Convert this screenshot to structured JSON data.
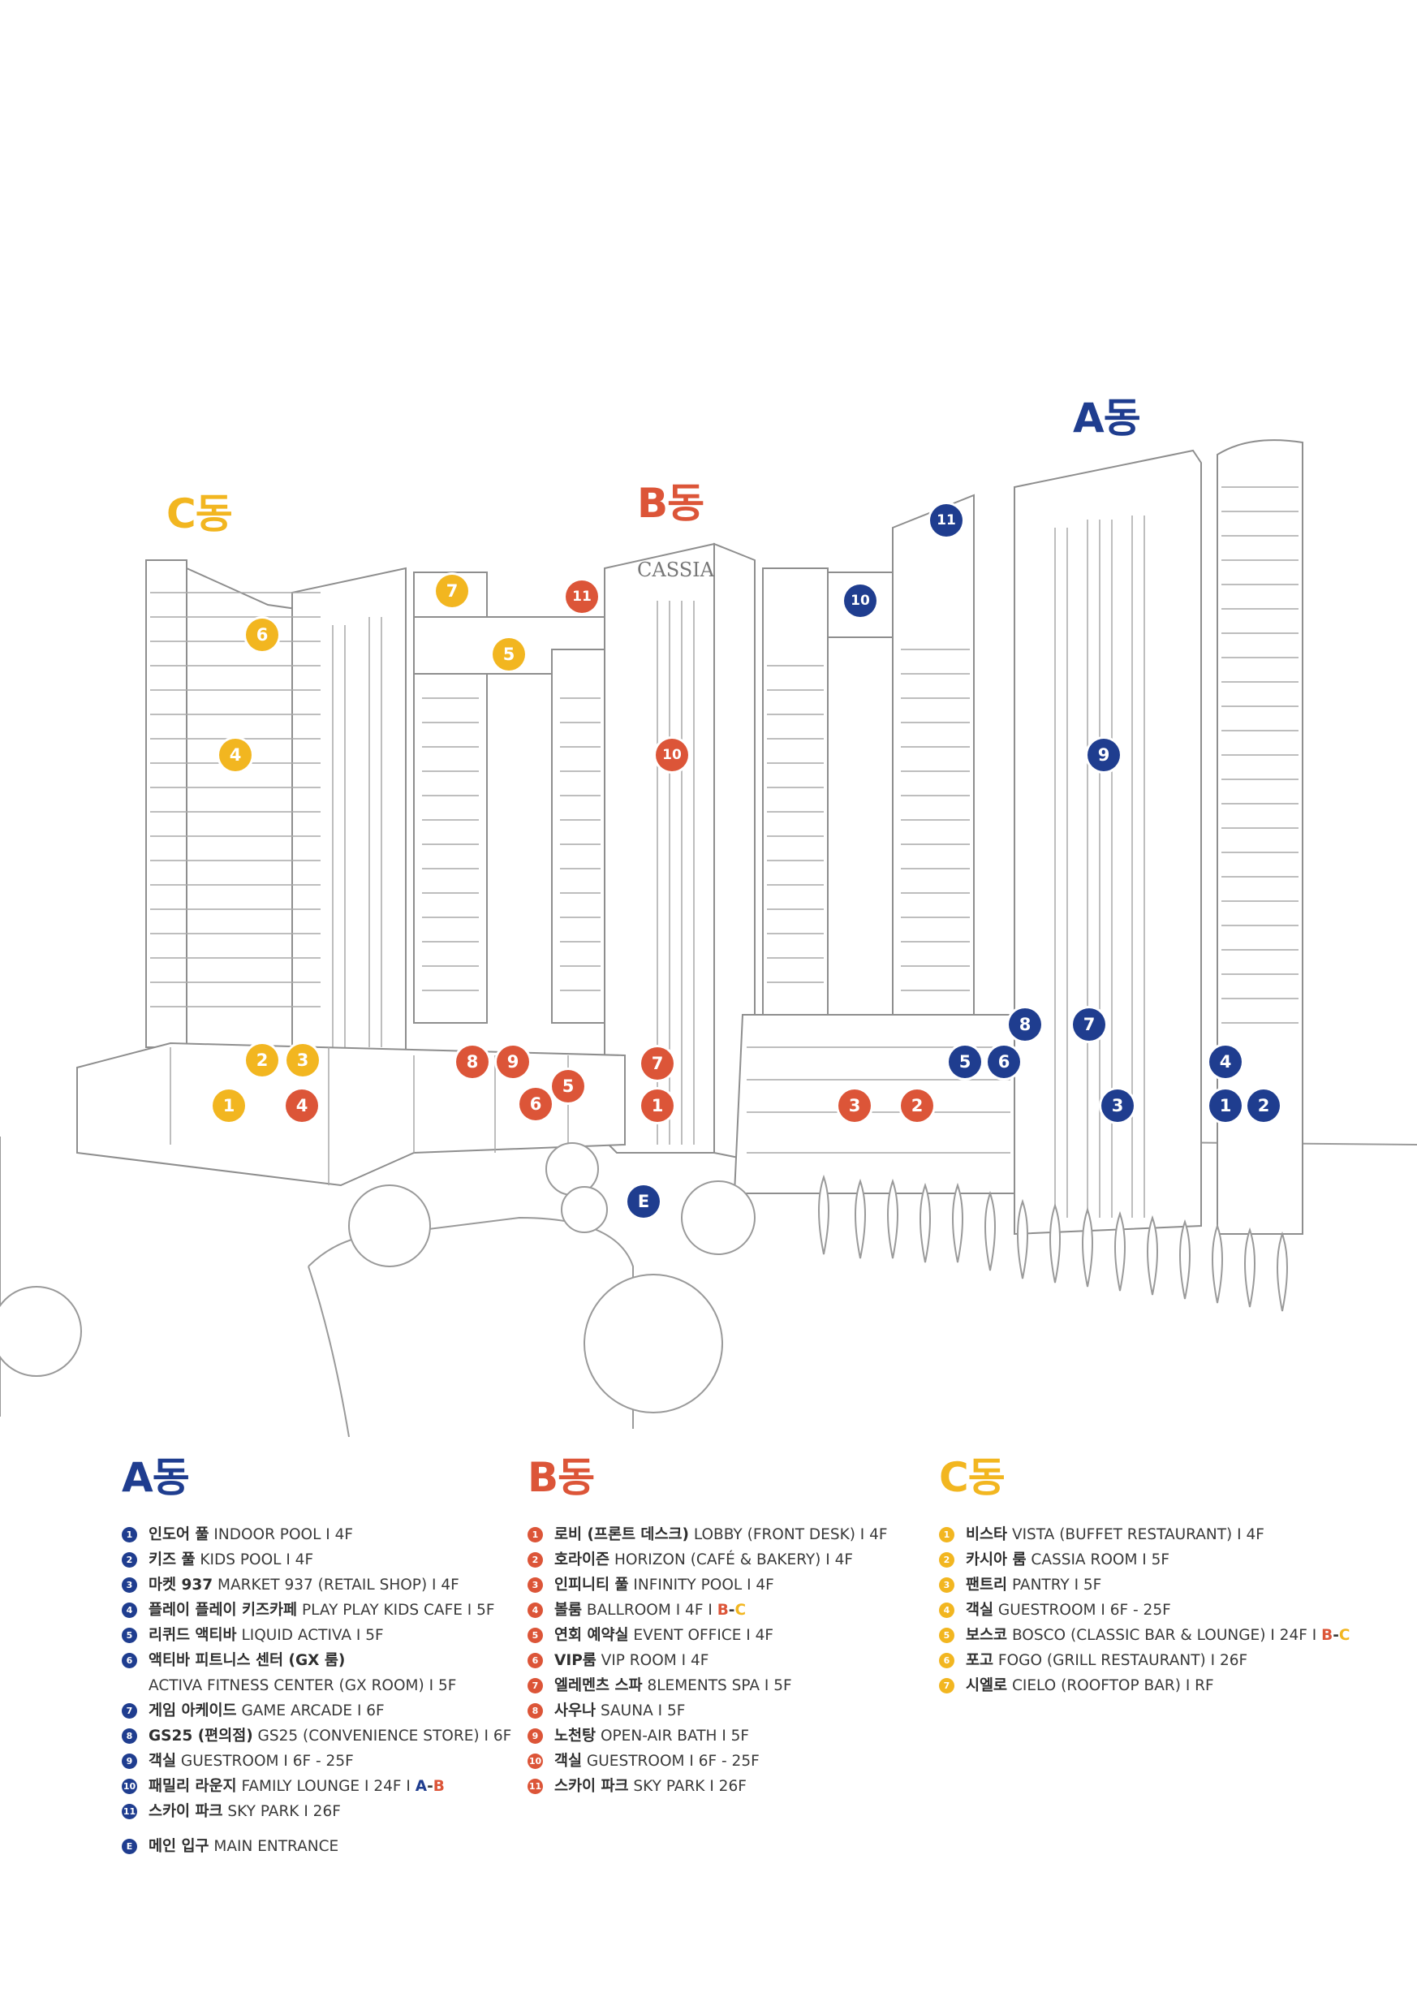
{
  "colors": {
    "a": "#1f3d8f",
    "b": "#dc5538",
    "c": "#f2b620"
  },
  "building": {
    "logo_text": "CASSIA",
    "wing_labels": {
      "a": "A동",
      "b": "B동",
      "c": "C동"
    }
  },
  "map_markers": {
    "a": [
      "1",
      "2",
      "3",
      "4",
      "5",
      "6",
      "7",
      "8",
      "9",
      "10",
      "11",
      "E"
    ],
    "b": [
      "1",
      "2",
      "3",
      "4",
      "5",
      "6",
      "7",
      "8",
      "9",
      "10",
      "11"
    ],
    "c": [
      "1",
      "2",
      "3",
      "4",
      "5",
      "6",
      "7"
    ]
  },
  "legend": {
    "a": {
      "title": "A동",
      "items": [
        {
          "num": "1",
          "ko": "인도어 풀",
          "en": " INDOOR POOL",
          "floor": " I 4F"
        },
        {
          "num": "2",
          "ko": "키즈 풀",
          "en": " KIDS POOL",
          "floor": " I 4F"
        },
        {
          "num": "3",
          "ko": "마켓 937",
          "en": " MARKET 937 (RETAIL SHOP)",
          "floor": " I 4F"
        },
        {
          "num": "4",
          "ko": "플레이 플레이 키즈카페",
          "en": " PLAY PLAY KIDS CAFE",
          "floor": " I 5F"
        },
        {
          "num": "5",
          "ko": "리퀴드 액티바",
          "en": " LIQUID ACTIVA",
          "floor": " I 5F"
        },
        {
          "num": "6",
          "ko": "액티바 피트니스 센터 (GX 룸)",
          "en": "",
          "floor": ""
        },
        {
          "num": "",
          "sub": "ACTIVA FITNESS CENTER (GX ROOM)",
          "floor": " I 5F"
        },
        {
          "num": "7",
          "ko": "게임 아케이드",
          "en": " GAME ARCADE",
          "floor": " I 6F"
        },
        {
          "num": "8",
          "ko": "GS25 (편의점)",
          "en": " GS25 (CONVENIENCE STORE)",
          "floor": " I 6F"
        },
        {
          "num": "9",
          "ko": "객실",
          "en": " GUESTROOM",
          "floor": " I 6F - 25F"
        },
        {
          "num": "10",
          "ko": "패밀리 라운지",
          "en": " FAMILY LOUNGE",
          "floor": " I 24F I ",
          "link1": "A",
          "dash": "-",
          "link2": "B"
        },
        {
          "num": "11",
          "ko": "스카이 파크",
          "en": " SKY PARK",
          "floor": " I 26F"
        }
      ],
      "entrance": {
        "num": "E",
        "ko": "메인 입구",
        "en": " MAIN ENTRANCE"
      }
    },
    "b": {
      "title": "B동",
      "items": [
        {
          "num": "1",
          "ko": "로비 (프론트 데스크)",
          "en": " LOBBY (FRONT DESK)",
          "floor": " I 4F"
        },
        {
          "num": "2",
          "ko": "호라이즌",
          "en": " HORIZON (CAFÉ & BAKERY)",
          "floor": " I 4F"
        },
        {
          "num": "3",
          "ko": "인피니티 풀",
          "en": " INFINITY POOL",
          "floor": " I 4F"
        },
        {
          "num": "4",
          "ko": "볼룸",
          "en": " BALLROOM",
          "floor": " I 4F I ",
          "link1": "B",
          "dash": "-",
          "link2": "C"
        },
        {
          "num": "5",
          "ko": "연회 예약실",
          "en": " EVENT OFFICE",
          "floor": " I 4F"
        },
        {
          "num": "6",
          "ko": "VIP룸",
          "en": " VIP ROOM",
          "floor": " I 4F"
        },
        {
          "num": "7",
          "ko": "엘레멘츠 스파",
          "en": " 8LEMENTS SPA",
          "floor": " I 5F"
        },
        {
          "num": "8",
          "ko": "사우나",
          "en": " SAUNA",
          "floor": " I 5F"
        },
        {
          "num": "9",
          "ko": "노천탕",
          "en": " OPEN-AIR BATH",
          "floor": " I 5F"
        },
        {
          "num": "10",
          "ko": "객실",
          "en": " GUESTROOM",
          "floor": " I 6F - 25F"
        },
        {
          "num": "11",
          "ko": "스카이 파크",
          "en": " SKY PARK",
          "floor": " I 26F"
        }
      ]
    },
    "c": {
      "title": "C동",
      "items": [
        {
          "num": "1",
          "ko": "비스타",
          "en": " VISTA (BUFFET RESTAURANT)",
          "floor": " I 4F"
        },
        {
          "num": "2",
          "ko": "카시아 룸",
          "en": " CASSIA ROOM",
          "floor": " I 5F"
        },
        {
          "num": "3",
          "ko": "팬트리",
          "en": " PANTRY",
          "floor": " I 5F"
        },
        {
          "num": "4",
          "ko": "객실",
          "en": " GUESTROOM",
          "floor": " I 6F - 25F"
        },
        {
          "num": "5",
          "ko": "보스코",
          "en": " BOSCO (CLASSIC BAR & LOUNGE)",
          "floor": " I 24F I ",
          "link1": "B",
          "dash": "-",
          "link2": "C"
        },
        {
          "num": "6",
          "ko": "포고",
          "en": " FOGO (GRILL RESTAURANT)",
          "floor": " I 26F"
        },
        {
          "num": "7",
          "ko": "시엘로",
          "en": " CIELO (ROOFTOP BAR)",
          "floor": " I RF"
        }
      ]
    }
  }
}
